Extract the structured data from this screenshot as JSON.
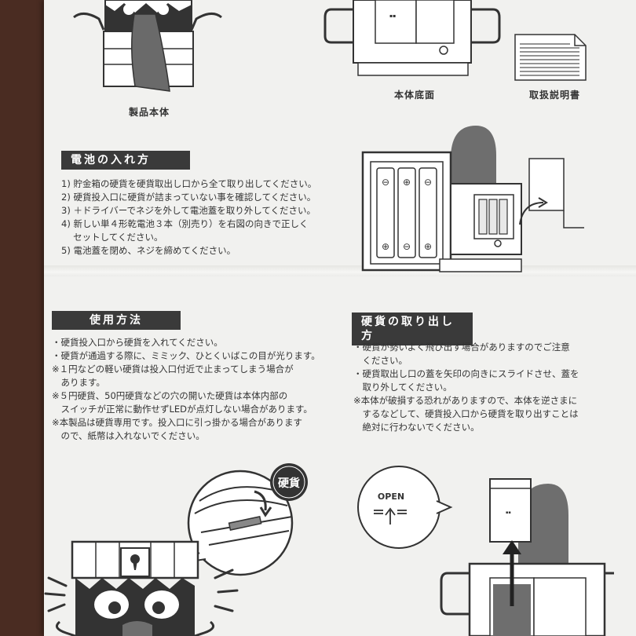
{
  "top": {
    "captions": {
      "product": "製品本体",
      "bottom": "本体底面",
      "manual": "取扱説明書"
    }
  },
  "battery": {
    "heading": "電池の入れ方",
    "lines": [
      "1) 貯金箱の硬貨を硬貨取出し口から全て取り出してください。",
      "2) 硬貨投入口に硬貨が詰まっていない事を確認してください。",
      "3) ＋ドライバーでネジを外して電池蓋を取り外してください。",
      "4) 新しい単４形乾電池３本（別売り）を右図の向きで正しく",
      "　 セットしてください。",
      "5) 電池蓋を閉め、ネジを締めてください。"
    ]
  },
  "usage": {
    "heading": "使用方法",
    "lines": [
      "・硬貨投入口から硬貨を入れてください。",
      "・硬貨が通過する際に、ミミック、ひとくいばこの目が光ります。",
      "※１円などの軽い硬貨は投入口付近で止まってしまう場合が",
      "　あります。",
      "※５円硬貨、50円硬貨などの穴の開いた硬貨は本体内部の",
      "　スイッチが正常に動作せずLEDが点灯しない場合があります。",
      "※本製品は硬貨専用です。投入口に引っ掛かる場合があります",
      "　ので、紙幣は入れないでください。"
    ]
  },
  "removal": {
    "heading": "硬貨の取り出し方",
    "lines": [
      "・硬貨が勢いよく飛び出す場合がありますのでご注意",
      "　ください。",
      "・硬貨取出し口の蓋を矢印の向きにスライドさせ、蓋を",
      "　取り外してください。",
      "※本体が破損する恐れがありますので、本体を逆さまに",
      "　するなどして、硬貨投入口から硬貨を取り出すことは",
      "　絶対に行わないでください。"
    ]
  },
  "illustrations": {
    "coin_badge": "硬貨",
    "open_label": "OPEN"
  }
}
